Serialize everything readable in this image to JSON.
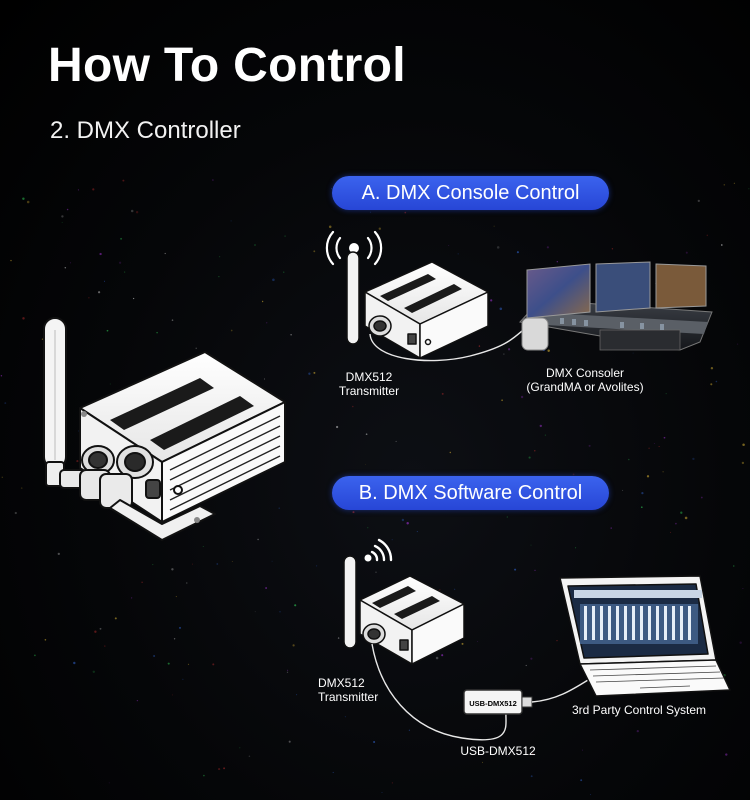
{
  "heading": {
    "title": "How To Control",
    "subtitle": "2. DMX Controller"
  },
  "section_a": {
    "label": "A. DMX Console Control",
    "transmitter_label_line1": "DMX512",
    "transmitter_label_line2": "Transmitter",
    "console_label_line1": "DMX Consoler",
    "console_label_line2": "(GrandMA or Avolites)"
  },
  "section_b": {
    "label": "B. DMX Software Control",
    "transmitter_label_line1": "DMX512",
    "transmitter_label_line2": "Transmitter",
    "usb_adapter_printed": "USB-DMX512",
    "usb_label": "USB-DMX512",
    "laptop_label": "3rd Party Control System"
  },
  "colors": {
    "background": "#000000",
    "pill_blue": "#2e4fe0",
    "text": "#ffffff"
  }
}
